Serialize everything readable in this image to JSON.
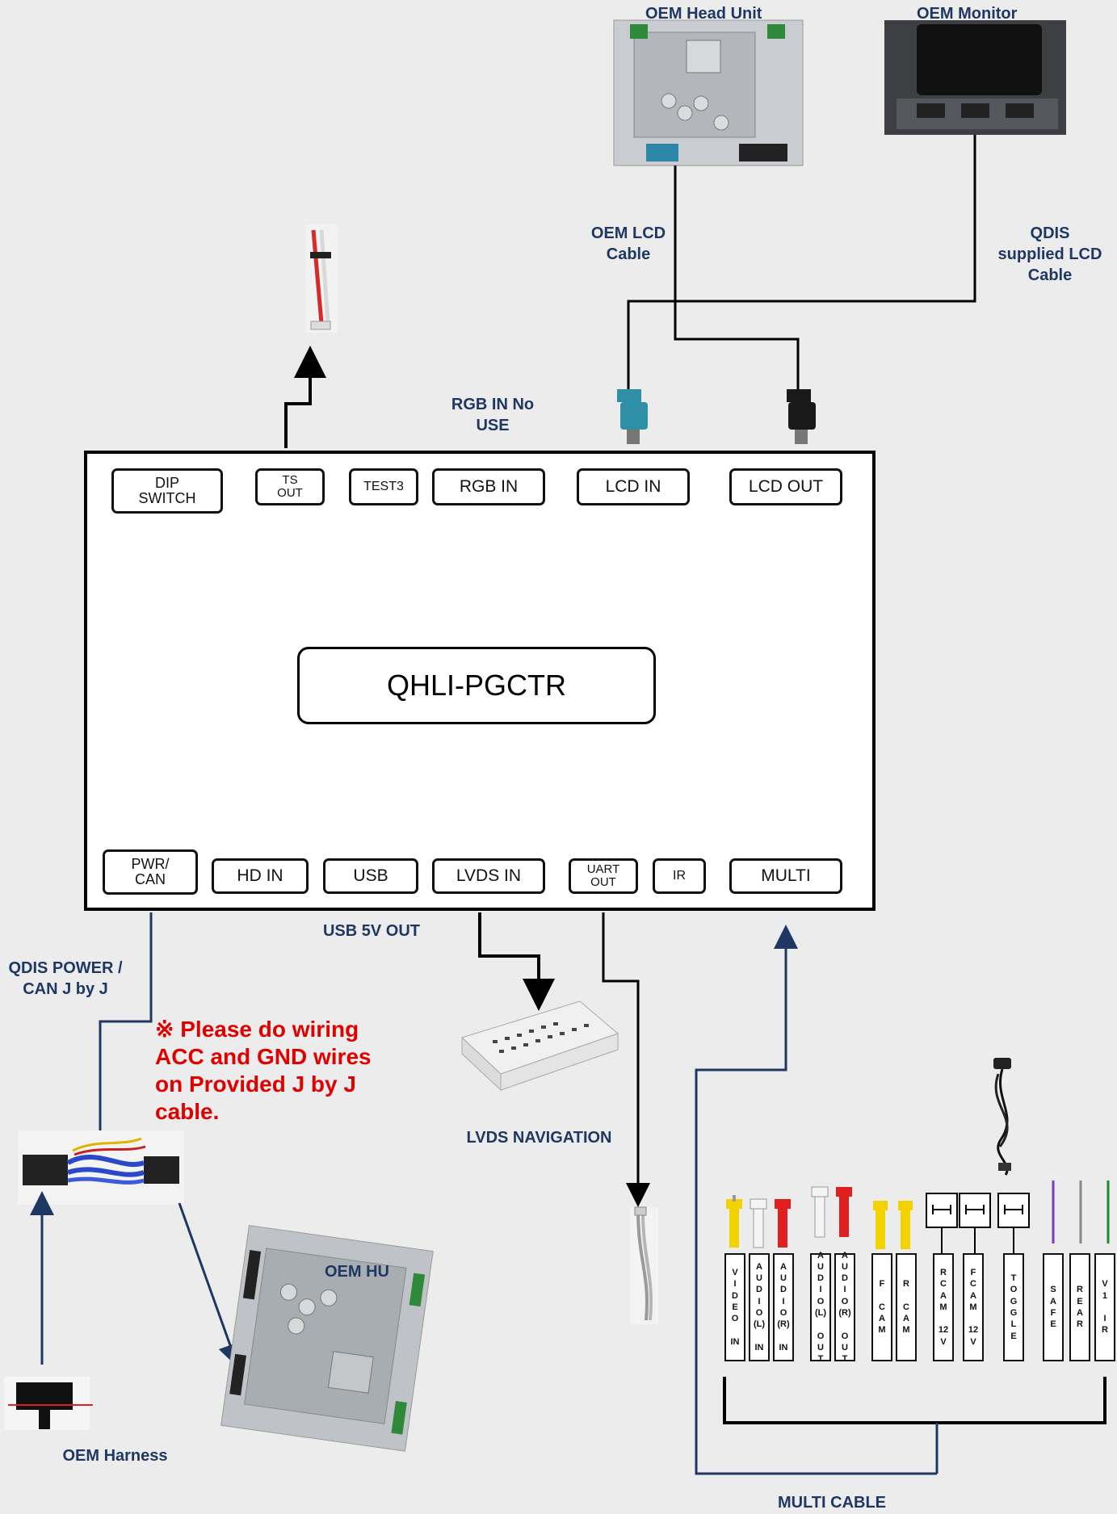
{
  "device_name": "QHLI-PGCTR",
  "top_ports": [
    {
      "id": "dip",
      "label": "DIP\nSWITCH"
    },
    {
      "id": "ts",
      "label": "TS\nOUT"
    },
    {
      "id": "test3",
      "label": "TEST3"
    },
    {
      "id": "rgb",
      "label": "RGB IN"
    },
    {
      "id": "lcdin",
      "label": "LCD IN"
    },
    {
      "id": "lcdout",
      "label": "LCD OUT"
    }
  ],
  "bottom_ports": [
    {
      "id": "pwr",
      "label": "PWR/\nCAN"
    },
    {
      "id": "hdin",
      "label": "HD IN"
    },
    {
      "id": "usb",
      "label": "USB"
    },
    {
      "id": "lvds",
      "label": "LVDS IN"
    },
    {
      "id": "uart",
      "label": "UART\nOUT"
    },
    {
      "id": "ir",
      "label": "IR"
    },
    {
      "id": "multi",
      "label": "MULTI"
    }
  ],
  "labels": {
    "oem_head_unit": "OEM Head Unit",
    "oem_monitor": "OEM Monitor",
    "oem_lcd_cable": "OEM  LCD\nCable",
    "qdis_lcd_cable": "QDIS\nsupplied LCD\nCable",
    "rgb_no_use": "RGB IN No\nUSE",
    "usb_5v_out": "USB 5V OUT",
    "qdis_power": "QDIS POWER /\nCAN J by J",
    "lvds_navigation": "LVDS NAVIGATION",
    "oem_hu": "OEM HU",
    "oem_harness": "OEM Harness",
    "multi_cable": "MULTI CABLE"
  },
  "note": "※ Please do wiring ACC and GND wires on Provided J by J cable.",
  "multi_columns": [
    "V\nI\nD\nE\nO\n\nIN",
    "A\nU\nD\nI\nO\n(L)\n\nIN",
    "A\nU\nD\nI\nO\n(R)\n\nIN",
    "A\nU\nD\nI\nO\n(L)\n\nO\nU\nT",
    "A\nU\nD\nI\nO\n(R)\n\nO\nU\nT",
    "F\n\nC\nA\nM",
    "R\n\nC\nA\nM",
    "R\nC\nA\nM\n\n12\nV",
    "F\nC\nA\nM\n\n12\nV",
    "T\nO\nG\nG\nL\nE",
    "S\nA\nF\nE",
    "R\nE\nA\nR",
    "V\n1\n\nI\nR"
  ],
  "colors": {
    "navy": "#1f3863",
    "note_red": "#e00000",
    "rca_yellow": "#f2d300",
    "rca_white": "#f4f4f4",
    "rca_red": "#e02020",
    "fakra_teal": "#2e8fa6",
    "fakra_black": "#1a1a1a",
    "wire_purple": "#7b3fb5",
    "wire_gray": "#888888",
    "wire_green": "#1e8a2e"
  }
}
